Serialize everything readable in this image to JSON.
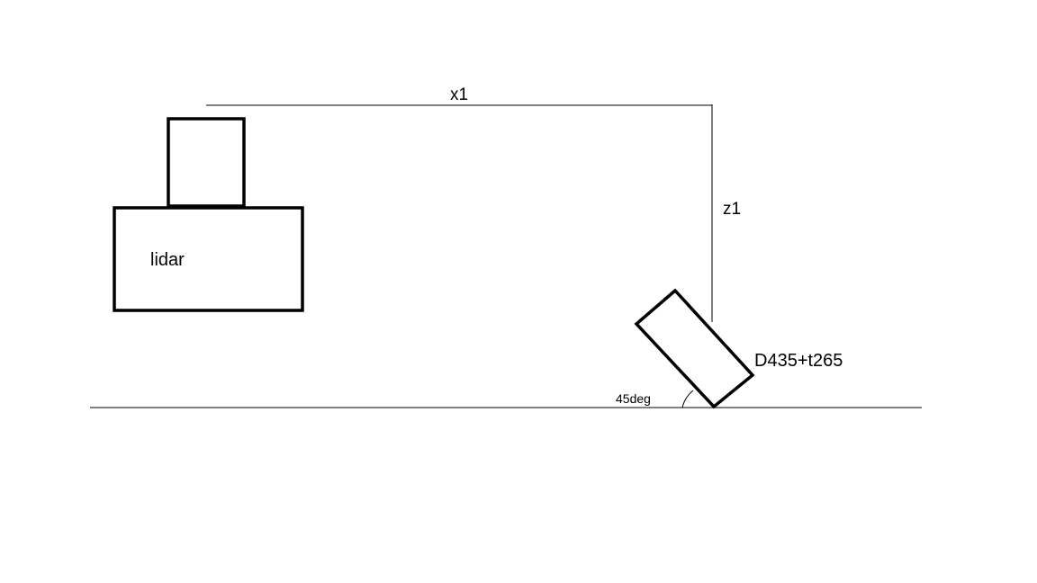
{
  "labels": {
    "x_dimension": "x1",
    "z_dimension": "z1",
    "lidar": "lidar",
    "camera": "D435+t265",
    "angle": "45deg"
  },
  "colors": {
    "background": "#ffffff",
    "ink": "#000000"
  }
}
